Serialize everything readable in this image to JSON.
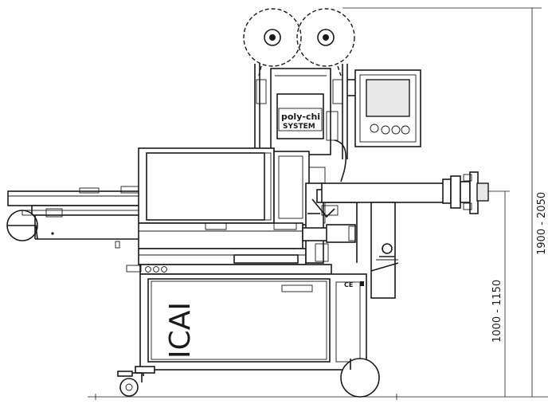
{
  "labels": {
    "logo_line1": "poly-chi",
    "logo_line2": "SYSTEM",
    "brand": "ICAI",
    "ce_mark": "CE"
  },
  "dimensions": {
    "total_height": "1900 - 2050",
    "table_height": "1000 - 1150"
  }
}
